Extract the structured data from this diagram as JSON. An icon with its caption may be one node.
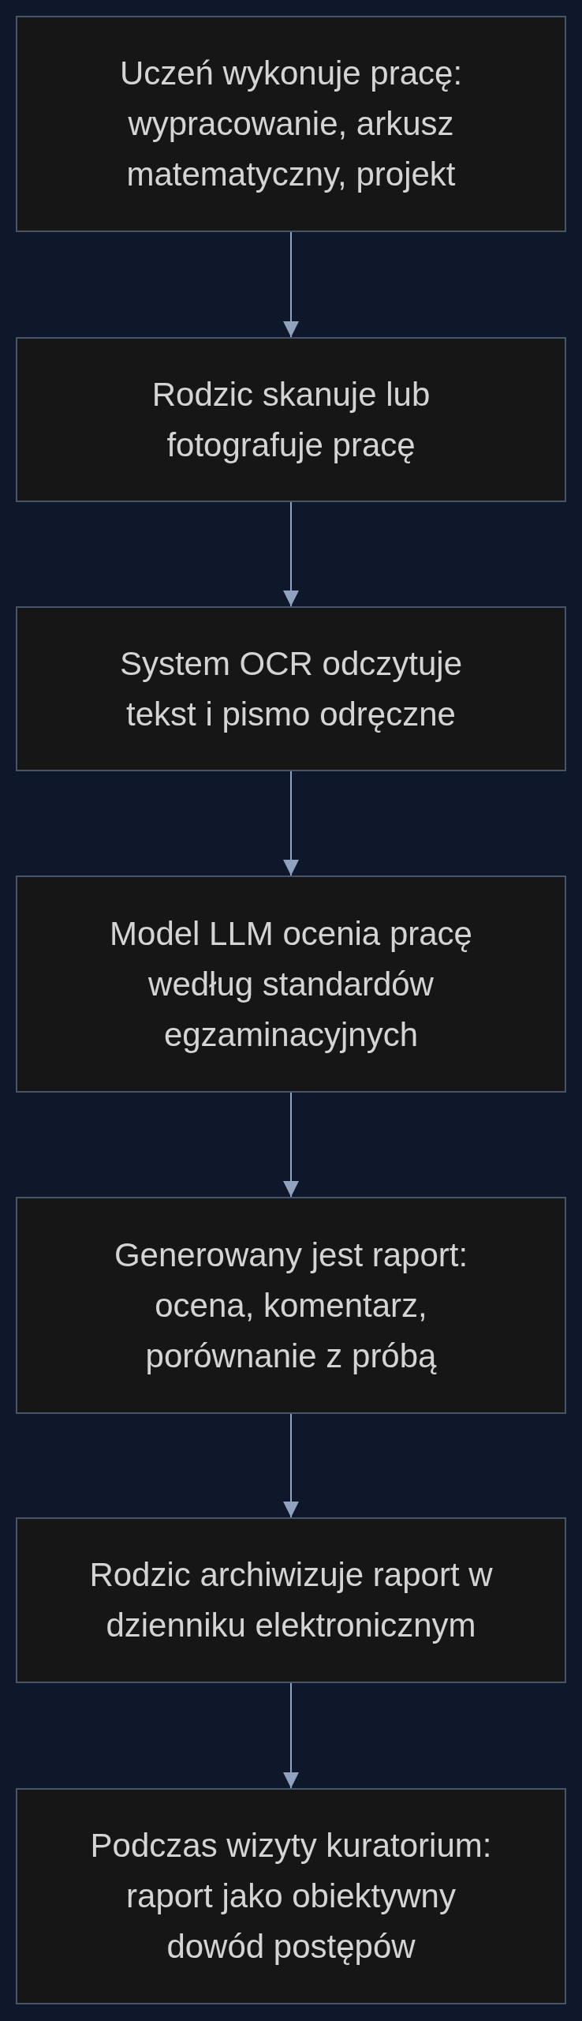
{
  "diagram": {
    "nodes": [
      {
        "text": [
          "Uczeń wykonuje pracę: wypracowanie, arkusz matematyczny, projekt"
        ]
      },
      {
        "text": [
          "Rodzic skanuje lub fotografuje pracę"
        ]
      },
      {
        "text": [
          "System OCR odczytuje tekst i pismo odręczne"
        ]
      },
      {
        "text": [
          "Model LLM ocenia pracę według standardów egzaminacyjnych"
        ]
      },
      {
        "text": [
          "Generowany jest raport: ocena, komentarz, porównanie z próbą"
        ]
      },
      {
        "text": [
          "Rodzic archiwizuje raport w dzienniku elektronicznym"
        ]
      },
      {
        "text": [
          "Podczas wizyty kuratorium: raport jako obiektywny dowód postępów"
        ]
      }
    ],
    "edges": [
      {
        "from": 0,
        "to": 1,
        "arrow": "to"
      },
      {
        "from": 1,
        "to": 2,
        "arrow": "to"
      },
      {
        "from": 2,
        "to": 3,
        "arrow": "to"
      },
      {
        "from": 3,
        "to": 4,
        "arrow": "to"
      },
      {
        "from": 4,
        "to": 5,
        "arrow": "to"
      },
      {
        "from": 5,
        "to": 6,
        "arrow": "to"
      }
    ]
  }
}
